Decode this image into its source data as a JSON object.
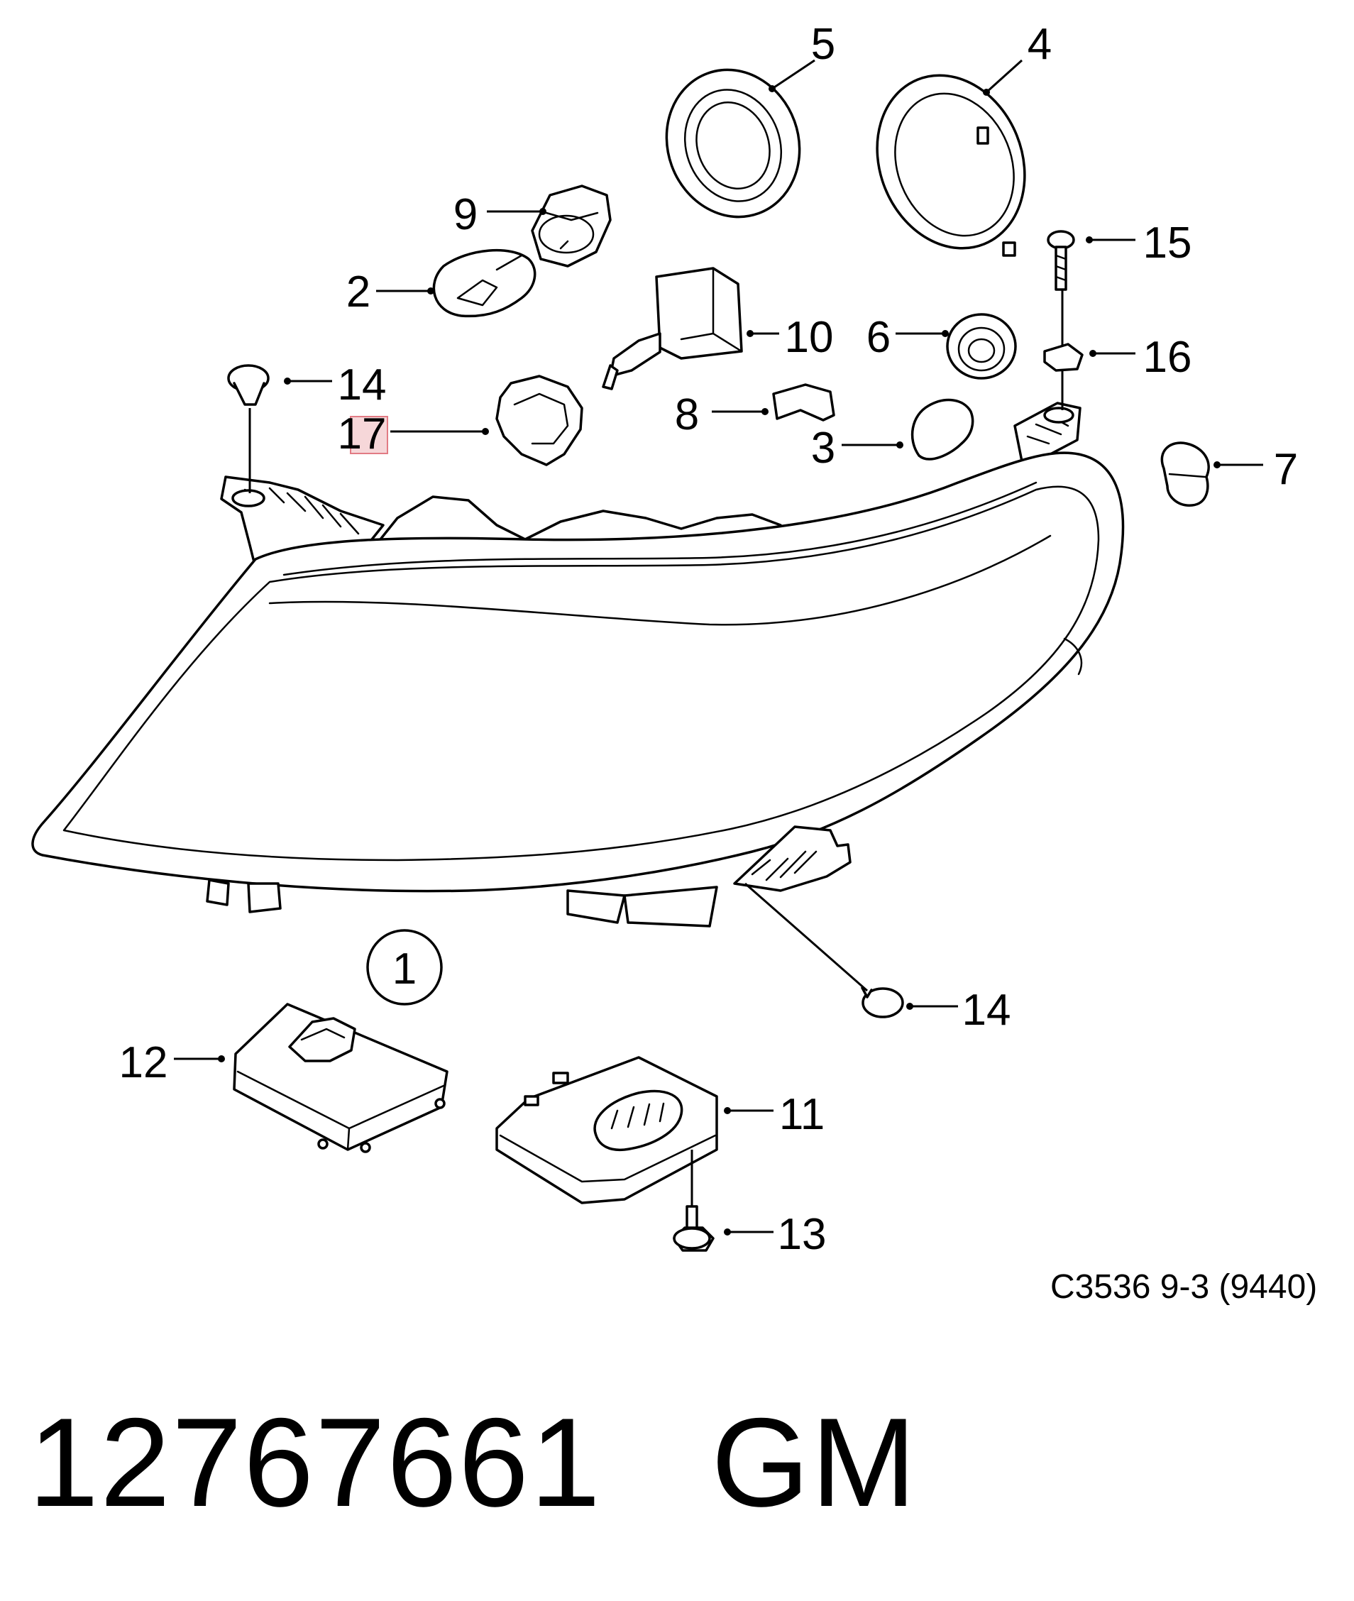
{
  "diagram": {
    "callouts": [
      "1",
      "2",
      "3",
      "4",
      "5",
      "6",
      "7",
      "8",
      "9",
      "10",
      "11",
      "12",
      "13",
      "14",
      "15",
      "16",
      "17"
    ],
    "callout_14_second": "14",
    "reference_code": "C3536 9-3 (9440)",
    "part_number": "12767661   GM"
  }
}
